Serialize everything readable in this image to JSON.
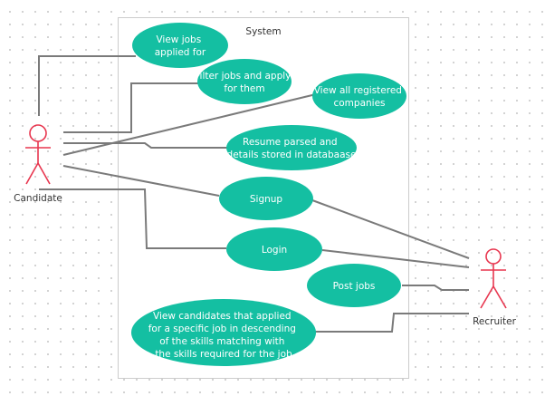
{
  "colors": {
    "use_case_fill": "#14bfa2",
    "actor_stroke": "#e8364f",
    "association": "#7a7a7a",
    "boundary": "#cccccc"
  },
  "system": {
    "title": "System"
  },
  "actors": {
    "candidate": {
      "label": "Candidate"
    },
    "recruiter": {
      "label": "Recruiter"
    }
  },
  "use_cases": {
    "view_jobs_applied": {
      "lines": [
        "View jobs",
        "applied for"
      ]
    },
    "filter_jobs": {
      "lines": [
        "Filter jobs and apply",
        "for them"
      ]
    },
    "view_companies": {
      "lines": [
        "View all registered",
        "companies"
      ]
    },
    "resume_parsed": {
      "lines": [
        "Resume parsed and",
        "details stored in databaase"
      ]
    },
    "signup": {
      "lines": [
        "Signup"
      ]
    },
    "login": {
      "lines": [
        "Login"
      ]
    },
    "post_jobs": {
      "lines": [
        "Post jobs"
      ]
    },
    "view_candidates": {
      "lines": [
        "View candidates that applied",
        "for a specific job in descending",
        "of the skills matching with",
        "the skills required for the job"
      ]
    }
  }
}
